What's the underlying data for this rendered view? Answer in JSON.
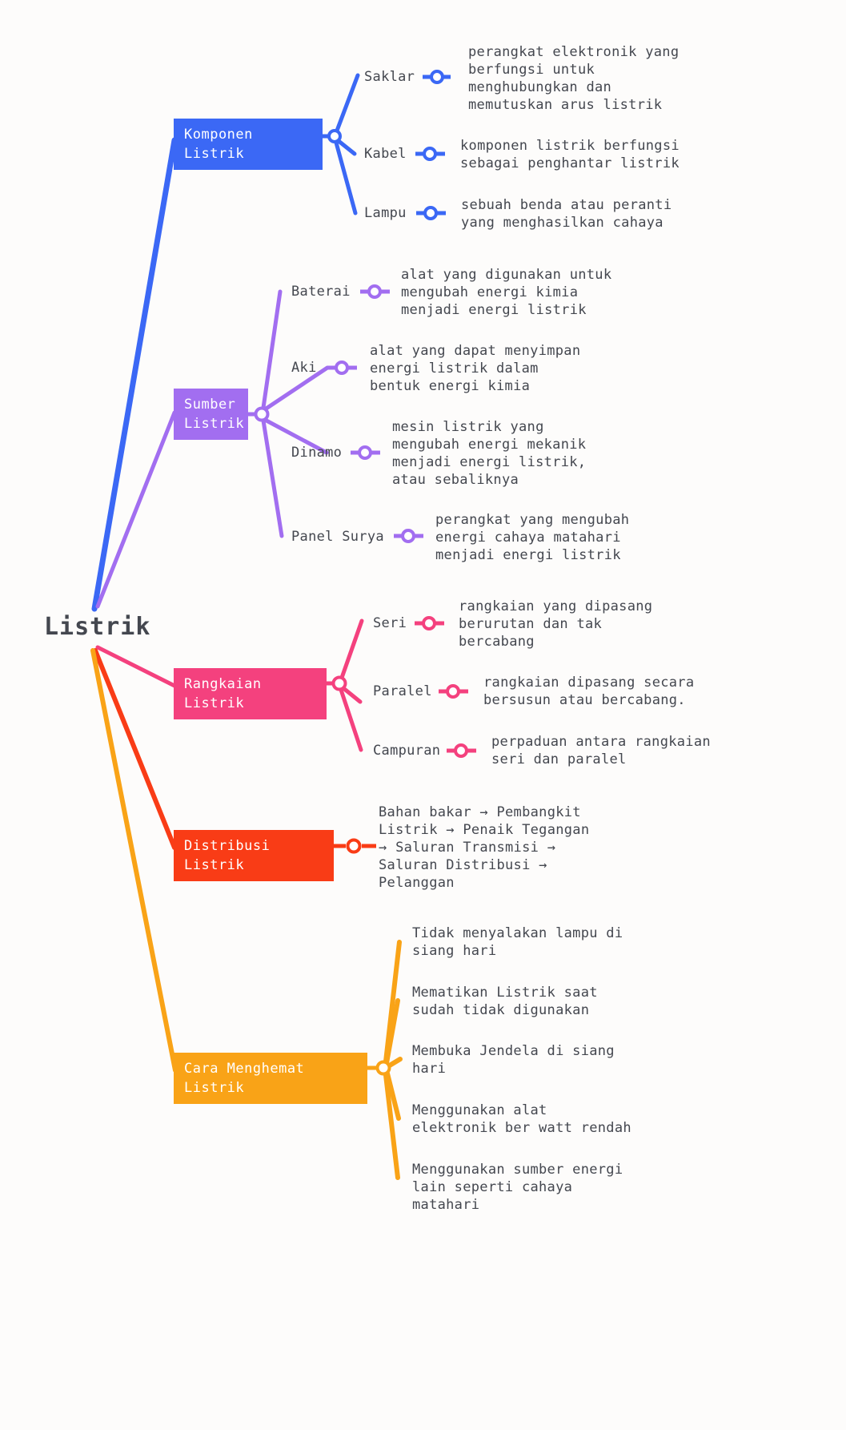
{
  "root": {
    "label": "Listrik"
  },
  "colors": {
    "komponen": "#3B68F5",
    "sumber": "#A26EF0",
    "rangkaian": "#F4417E",
    "distribusi": "#F93C16",
    "hemat": "#F9A317",
    "text": "#44474F",
    "background": "#FDFCFB"
  },
  "branches": {
    "komponen": {
      "label": "Komponen Listrik",
      "children": [
        {
          "label": "Saklar",
          "desc": "perangkat elektronik yang\nberfungsi untuk\nmenghubungkan dan\nmemutuskan arus listrik"
        },
        {
          "label": "Kabel",
          "desc": "komponen listrik berfungsi\nsebagai penghantar listrik"
        },
        {
          "label": "Lampu",
          "desc": "sebuah benda atau peranti\nyang menghasilkan cahaya"
        }
      ]
    },
    "sumber": {
      "label": "Sumber\nListrik",
      "children": [
        {
          "label": "Baterai",
          "desc": "alat yang digunakan untuk\nmengubah energi kimia\nmenjadi energi listrik"
        },
        {
          "label": "Aki",
          "desc": "alat yang dapat menyimpan\nenergi listrik dalam\nbentuk energi kimia"
        },
        {
          "label": "Dinamo",
          "desc": "mesin listrik yang\nmengubah energi mekanik\nmenjadi energi listrik,\natau sebaliknya"
        },
        {
          "label": "Panel Surya",
          "desc": "perangkat yang mengubah\nenergi cahaya matahari\nmenjadi energi listrik"
        }
      ]
    },
    "rangkaian": {
      "label": "Rangkaian Listrik",
      "children": [
        {
          "label": "Seri",
          "desc": "rangkaian yang dipasang\nberurutan dan tak\nbercabang"
        },
        {
          "label": "Paralel",
          "desc": "rangkaian dipasang secara\nbersusun atau bercabang."
        },
        {
          "label": "Campuran",
          "desc": "perpaduan antara rangkaian\nseri dan paralel"
        }
      ]
    },
    "distribusi": {
      "label": "Distribusi Listrik",
      "desc": "Bahan bakar → Pembangkit\nListrik → Penaik Tegangan\n→ Saluran Transmisi →\nSaluran Distribusi →\nPelanggan"
    },
    "hemat": {
      "label": "Cara Menghemat Listrik",
      "children": [
        {
          "label": "Tidak menyalakan lampu di\nsiang hari"
        },
        {
          "label": "Mematikan Listrik saat\nsudah tidak digunakan"
        },
        {
          "label": "Membuka Jendela di siang\nhari"
        },
        {
          "label": "Menggunakan alat\nelektronik ber watt rendah"
        },
        {
          "label": "Menggunakan sumber energi\nlain seperti cahaya\nmatahari"
        }
      ]
    }
  }
}
